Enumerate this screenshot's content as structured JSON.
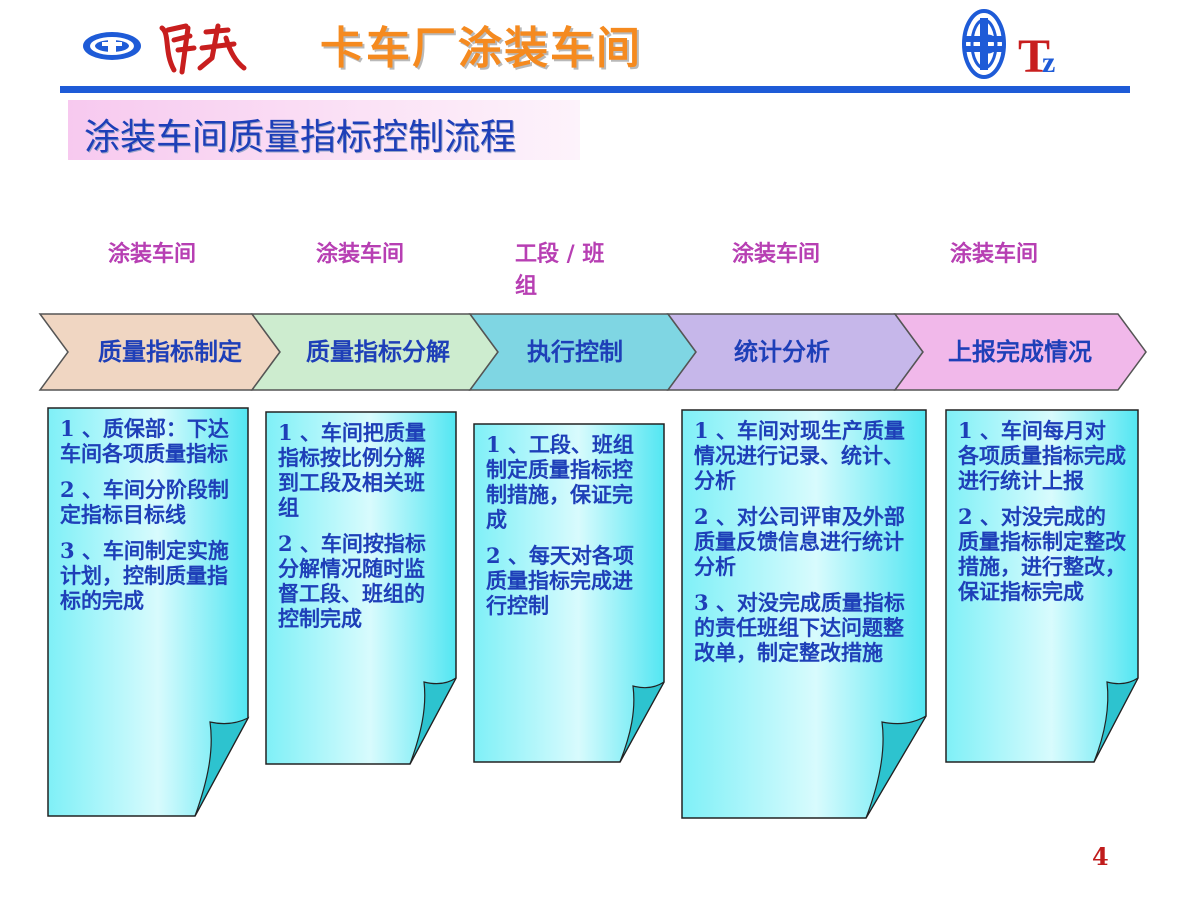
{
  "header": {
    "title": "卡车厂涂装车间",
    "logo_left_text": "解放",
    "logo_right_letters": "Tz"
  },
  "subtitle": "涂装车间质量指标控制流程",
  "owners": [
    "涂装车间",
    "涂装车间",
    "工段 / 班组",
    "涂装车间",
    "涂装车间"
  ],
  "steps": [
    "质量指标制定",
    "质量指标分解",
    "执行控制",
    "统计分析",
    "上报完成情况"
  ],
  "step_colors": [
    "#f0d6c2",
    "#cdeccf",
    "#7fd6e3",
    "#c6b7ea",
    "#f1b8ea"
  ],
  "cards": [
    {
      "items": [
        "1 、质保部：下达车间各项质量指标",
        "2 、车间分阶段制定指标目标线",
        "3 、车间制定实施计划，控制质量指标的完成"
      ]
    },
    {
      "items": [
        "1 、车间把质量指标按比例分解到工段及相关班组",
        "2 、车间按指标分解情况随时监督工段、班组的控制完成"
      ]
    },
    {
      "items": [
        "1 、工段、班组制定质量指标控制措施，保证完成",
        "2 、每天对各项质量指标完成进行控制"
      ]
    },
    {
      "items": [
        "1 、车间对现生产质量情况进行记录、统计、分析",
        "2 、对公司评审及外部质量反馈信息进行统计分析",
        "3 、对没完成质量指标的责任班组下达问题整改单，制定整改措施"
      ]
    },
    {
      "items": [
        "1 、车间每月对各项质量指标完成进行统计上报",
        "2 、对没完成的质量指标制定整改措施，进行整改，保证指标完成"
      ]
    }
  ],
  "page_number": "4"
}
